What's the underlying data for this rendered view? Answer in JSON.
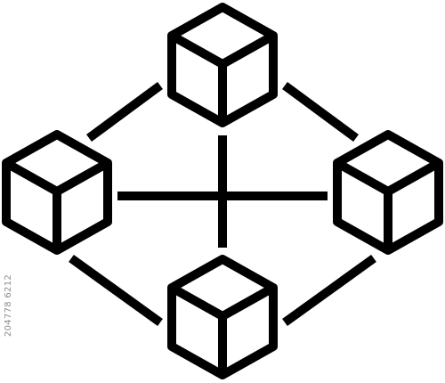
{
  "icon": {
    "name": "blockchain-network-icon",
    "stroke_color": "#000000",
    "background": "#ffffff"
  },
  "stock_id": "204778 6212",
  "cubes": [
    {
      "name": "cube-top"
    },
    {
      "name": "cube-left"
    },
    {
      "name": "cube-right"
    },
    {
      "name": "cube-bottom"
    }
  ],
  "links": [
    {
      "name": "link-top-left"
    },
    {
      "name": "link-top-right"
    },
    {
      "name": "link-bottom-left"
    },
    {
      "name": "link-bottom-right"
    },
    {
      "name": "link-horizontal"
    },
    {
      "name": "link-vertical"
    }
  ]
}
